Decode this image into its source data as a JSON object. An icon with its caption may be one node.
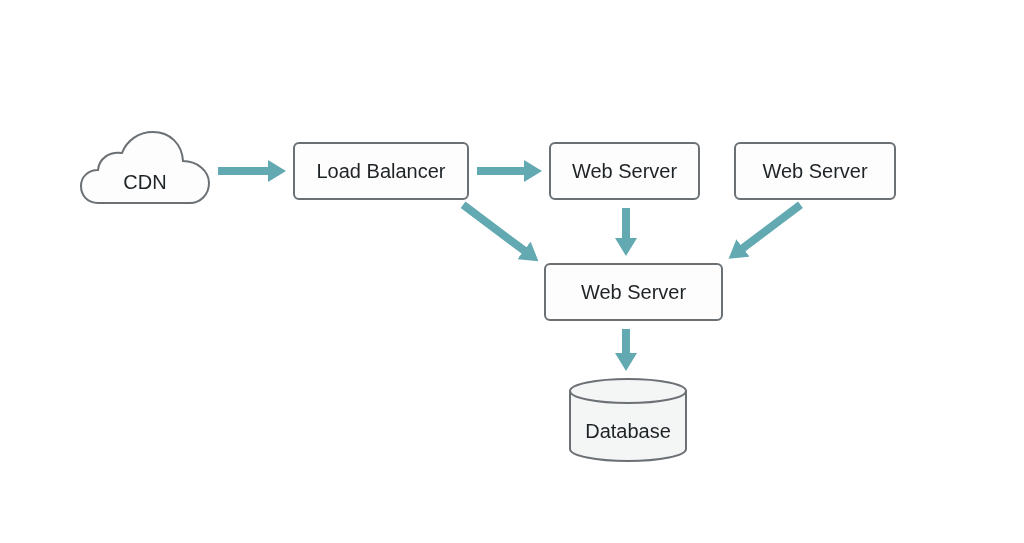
{
  "diagram": {
    "nodes": [
      {
        "text": [
          "CDN"
        ]
      },
      {
        "text": [
          "Load Balancer"
        ]
      },
      {
        "text": [
          "Web Server"
        ]
      },
      {
        "text": [
          "Web Server"
        ]
      },
      {
        "text": [
          "Web Server"
        ]
      },
      {
        "text": [
          "Database"
        ]
      }
    ],
    "edges": [
      {
        "from": 0,
        "to": 1,
        "arrow": "to"
      },
      {
        "from": 1,
        "to": 2,
        "arrow": "to"
      },
      {
        "from": 1,
        "to": 4,
        "arrow": "to"
      },
      {
        "from": 2,
        "to": 4,
        "arrow": "to"
      },
      {
        "from": 3,
        "to": 4,
        "arrow": "to"
      },
      {
        "from": 4,
        "to": 5,
        "arrow": "to"
      }
    ]
  }
}
